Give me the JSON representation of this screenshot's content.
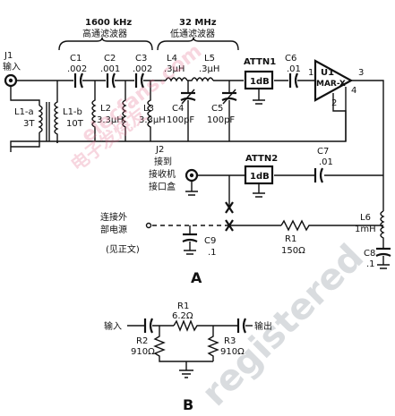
{
  "circuit_a": {
    "freq_left": "1600 kHz",
    "filter_left": "高通滤波器",
    "freq_right": "32 MHz",
    "filter_right": "低通滤波器",
    "j1_id": "J1",
    "j1_label": "输入",
    "l1a_id": "L1-a",
    "l1a_val": "3T",
    "l1b_id": "L1-b",
    "l1b_val": "10T",
    "c1_id": "C1",
    "c1_val": ".002",
    "c2_id": "C2",
    "c2_val": ".001",
    "c3_id": "C3",
    "c3_val": ".002",
    "l2_id": "L2",
    "l2_val": "3.3μH",
    "l3_id": "L3",
    "l3_val": "3.3μH",
    "l4_id": "L4",
    "l4_val": ".3μH",
    "l5_id": "L5",
    "l5_val": ".3μH",
    "c4_id": "C4",
    "c4_val": "100pF",
    "c5_id": "C5",
    "c5_val": "100pF",
    "attn1_id": "ATTN1",
    "attn1_val": "1dB",
    "c6_id": "C6",
    "c6_val": ".01",
    "u1_id": "U1",
    "u1_part": "MAR-X",
    "pin1": "1",
    "pin2": "2",
    "pin3": "3",
    "pin4": "4",
    "j2_id": "J2",
    "j2_line1": "接到",
    "j2_line2": "接收机",
    "j2_line3": "接口盒",
    "attn2_id": "ATTN2",
    "attn2_val": "1dB",
    "c7_id": "C7",
    "c7_val": ".01",
    "l6_id": "L6",
    "l6_val": "1mH",
    "ext_line1": "连接外",
    "ext_line2": "部电源",
    "ext_note": "(见正文)",
    "c9_id": "C9",
    "c9_val": ".1",
    "r1_id": "R1",
    "r1_val": "150Ω",
    "c8_id": "C8",
    "c8_val": ".1",
    "caption": "A"
  },
  "circuit_b": {
    "input_label": "输入",
    "output_label": "输出",
    "r1_id": "R1",
    "r1_val": "6.2Ω",
    "r2_id": "R2",
    "r2_val": "910Ω",
    "r3_id": "R3",
    "r3_val": "910Ω",
    "caption": "B"
  },
  "watermarks": {
    "site": "elecfans.com",
    "cn": "电子发烧友",
    "brand": "registered"
  }
}
